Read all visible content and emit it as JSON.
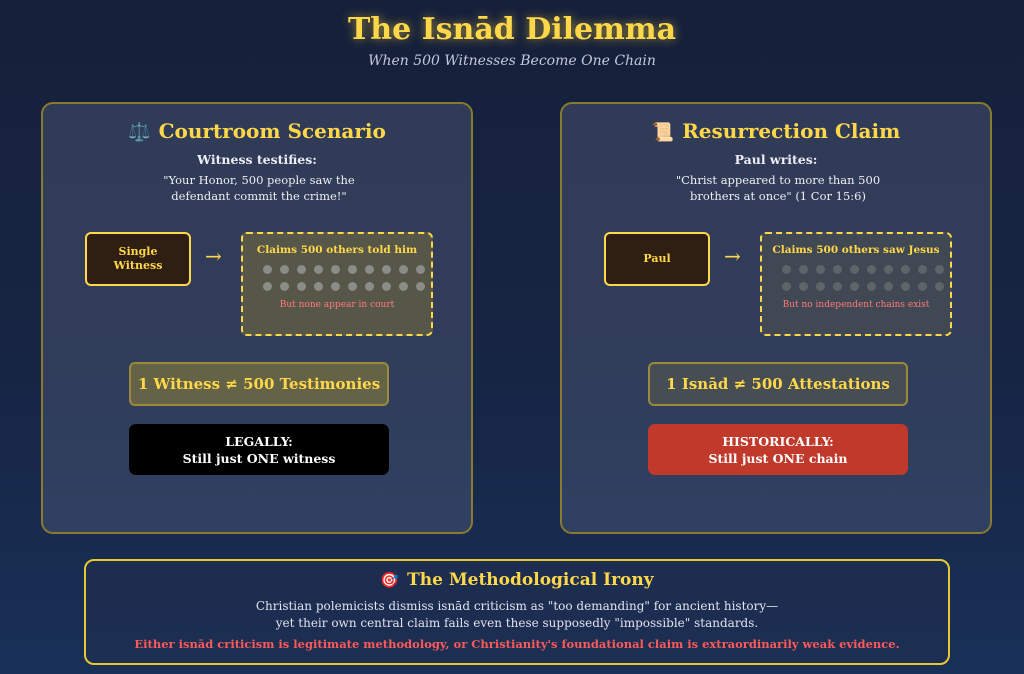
{
  "header": {
    "title": "The Isnād Dilemma",
    "subtitle": "When 500 Witnesses Become One Chain"
  },
  "courtroom": {
    "icon": "scales-icon",
    "icon_glyph": "⚖️",
    "title": "Courtroom Scenario",
    "quote_label": "Witness testifies:",
    "quote_text": "\"Your Honor, 500 people saw the defendant commit the crime!\"",
    "source_line1": "Single",
    "source_line2": "Witness",
    "arrow": "→",
    "claims_title": "Claims 500 others told him",
    "claims_note": "But none appear in court",
    "equation": "1 Witness ≠ 500 Testimonies",
    "verdict_line1": "LEGALLY:",
    "verdict_line2": "Still just ONE witness"
  },
  "resurrection": {
    "icon": "scroll-icon",
    "icon_glyph": "📜",
    "title": "Resurrection Claim",
    "quote_label": "Paul writes:",
    "quote_text": "\"Christ appeared to more than 500 brothers at once\" (1 Cor 15:6)",
    "source": "Paul",
    "arrow": "→",
    "claims_title": "Claims 500 others saw Jesus",
    "claims_note": "But no independent chains exist",
    "equation": "1 Isnād ≠ 500 Attestations",
    "verdict_line1": "HISTORICALLY:",
    "verdict_line2": "Still just ONE chain"
  },
  "irony": {
    "icon": "target-icon",
    "icon_glyph": "🎯",
    "title": "The Methodological Irony",
    "line1": "Christian polemicists dismiss isnād criticism as \"too demanding\" for ancient history—",
    "line2": "yet their own central claim fails even these supposedly \"impossible\" standards.",
    "conclusion": "Either isnād criticism is legitimate methodology, or Christianity's foundational claim is extraordinarily weak evidence."
  },
  "colors": {
    "accent": "#ffd84a",
    "danger": "#c0392b",
    "note": "#ff7a7a"
  }
}
